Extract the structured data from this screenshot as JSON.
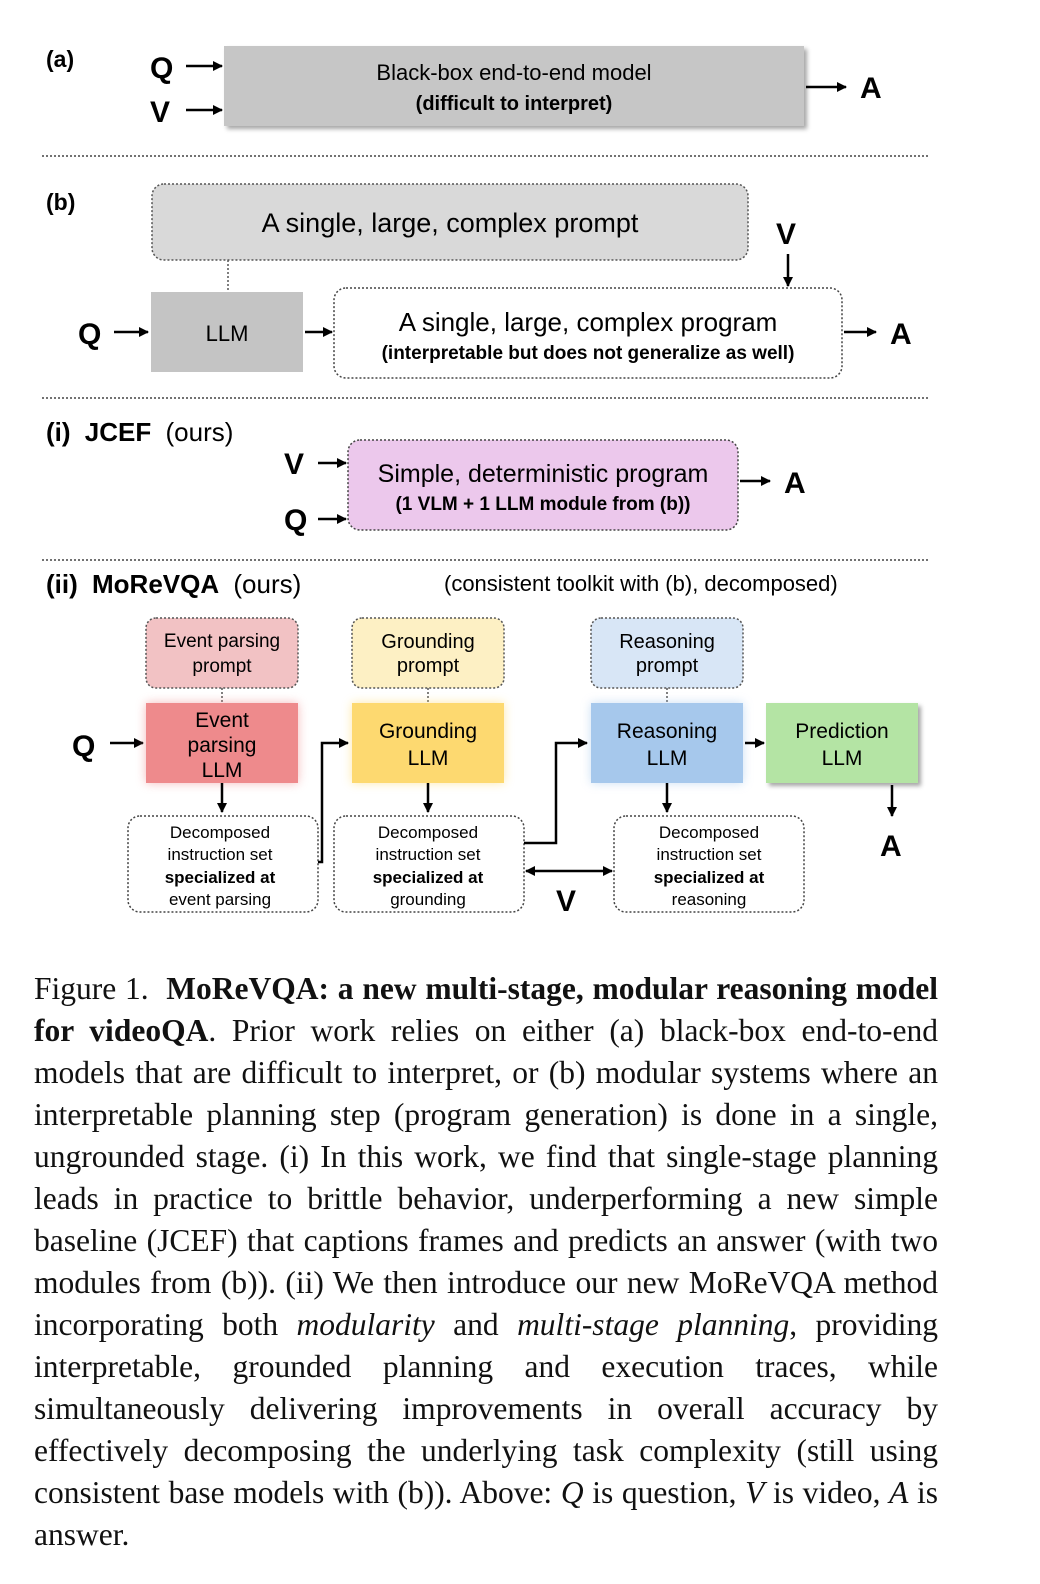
{
  "panel_a": {
    "label": "(a)",
    "q": "Q",
    "v": "V",
    "box_line1": "Black-box end-to-end model",
    "box_line2": "(difficult to interpret)",
    "a": "A"
  },
  "panel_b": {
    "label": "(b)",
    "prompt": "A single, large, complex prompt",
    "v": "V",
    "q": "Q",
    "llm": "LLM",
    "program_line1": "A single, large, complex program",
    "program_line2": "(interpretable but does not generalize as well)",
    "a": "A"
  },
  "panel_i": {
    "label_prefix": "(i)",
    "name": "JCEF",
    "suffix": "(ours)",
    "v": "V",
    "q": "Q",
    "box_line1": "Simple,  deterministic  program",
    "box_line2": "(1 VLM + 1 LLM module from (b))",
    "a": "A"
  },
  "panel_ii": {
    "label_prefix": "(ii)",
    "name": "MoReVQA",
    "suffix": "(ours)",
    "note": "(consistent toolkit with (b), decomposed)",
    "q": "Q",
    "v": "V",
    "a": "A",
    "event_prompt": [
      "Event parsing",
      "prompt"
    ],
    "grounding_prompt": [
      "Grounding",
      "prompt"
    ],
    "reasoning_prompt": [
      "Reasoning",
      "prompt"
    ],
    "event_llm": [
      "Event",
      "parsing",
      "LLM"
    ],
    "grounding_llm": [
      "Grounding",
      "LLM"
    ],
    "reasoning_llm": [
      "Reasoning",
      "LLM"
    ],
    "prediction_llm": [
      "Prediction",
      "LLM"
    ],
    "event_set": [
      "Decomposed",
      "instruction set",
      "specialized at",
      "event parsing"
    ],
    "grounding_set": [
      "Decomposed",
      "instruction set",
      "specialized at",
      "grounding"
    ],
    "reasoning_set": [
      "Decomposed",
      "instruction set",
      "specialized at",
      "reasoning"
    ]
  },
  "colors": {
    "gray_box": "#c6c6c6",
    "prompt_gray": "#d9d9d9",
    "llm_gray": "#c4c4c4",
    "jcef_purple": "#ecc8ec",
    "event_prompt": "#f2c2c4",
    "event_llm": "#ee8a8c",
    "grounding_prompt": "#fdf0c4",
    "grounding_llm": "#fdd970",
    "reasoning_prompt": "#d8e6f6",
    "reasoning_llm": "#a6c8ec",
    "prediction_llm": "#b4e4a4"
  },
  "caption": {
    "figure_label": "Figure 1.",
    "title": "MoReVQA: a new multi-stage, modular reasoning model for videoQA",
    "part1": ". Prior work relies on either (a) black-box end-to-end models that are difficult to interpret, or (b) modular systems where an interpretable planning step (program generation) is done in a single, ungrounded stage. (i) In this work, we find that single-stage planning leads in practice to brittle behavior, underperforming a new simple baseline (JCEF) that captions frames and predicts an answer (with two modules from (b)). (ii) We then introduce our new MoReVQA method incorporating both ",
    "italic1": "modularity",
    "part2": " and ",
    "italic2": "multi-stage planning",
    "part3": ", providing interpretable, grounded planning and execution traces, while simultaneously delivering improvements in overall accuracy by effectively decomposing the underlying task complexity (still using consistent base models with (b)). Above: ",
    "q_sym": "Q",
    "q_def": " is question, ",
    "v_sym": "V",
    "v_def": " is video, ",
    "a_sym": "A",
    "a_def": " is answer."
  }
}
